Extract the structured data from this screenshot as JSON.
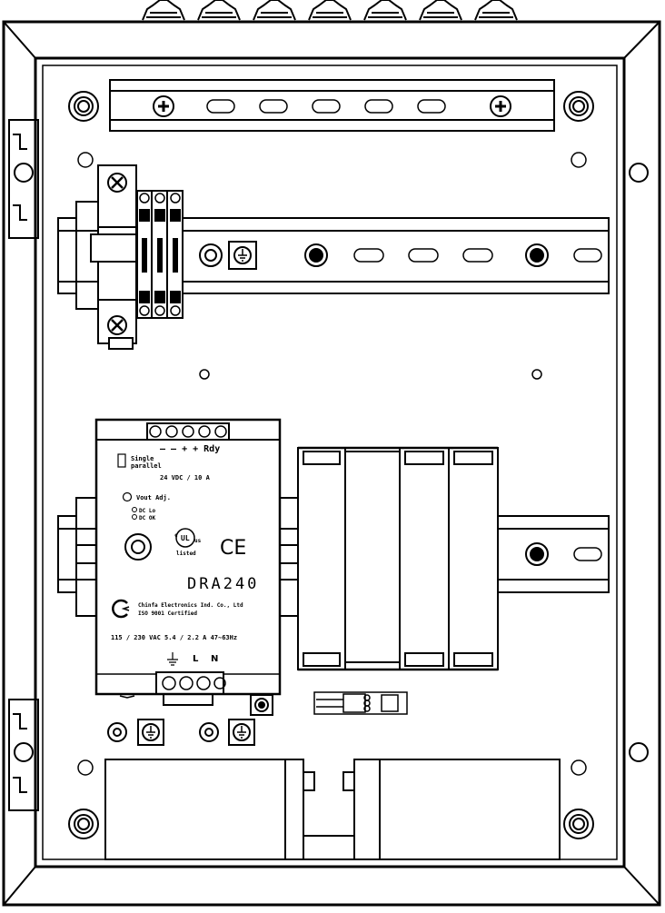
{
  "power_supply": {
    "terminal_labels_top": "– – + + Rdy",
    "mode_line1": "Single",
    "mode_line2": "parallel",
    "output_rating": "24 VDC / 10 A",
    "vout_adj": "Vout Adj.",
    "dc_lo": "DC Lo",
    "dc_ok": "DC OK",
    "ul_mark": "UL",
    "ul_listed": "listed",
    "ul_c": "c",
    "ul_us": "us",
    "ce_mark": "CE",
    "model": "DRA240",
    "manufacturer_line1": "Chinfa Electronics Ind. Co., Ltd",
    "manufacturer_line2": "ISO 9001 Certified",
    "input_rating": "115 / 230 VAC 5.4 / 2.2 A 47~63Hz",
    "terminal_l": "L",
    "terminal_n": "N"
  },
  "colors": {
    "line": "#000000",
    "background": "#ffffff"
  }
}
